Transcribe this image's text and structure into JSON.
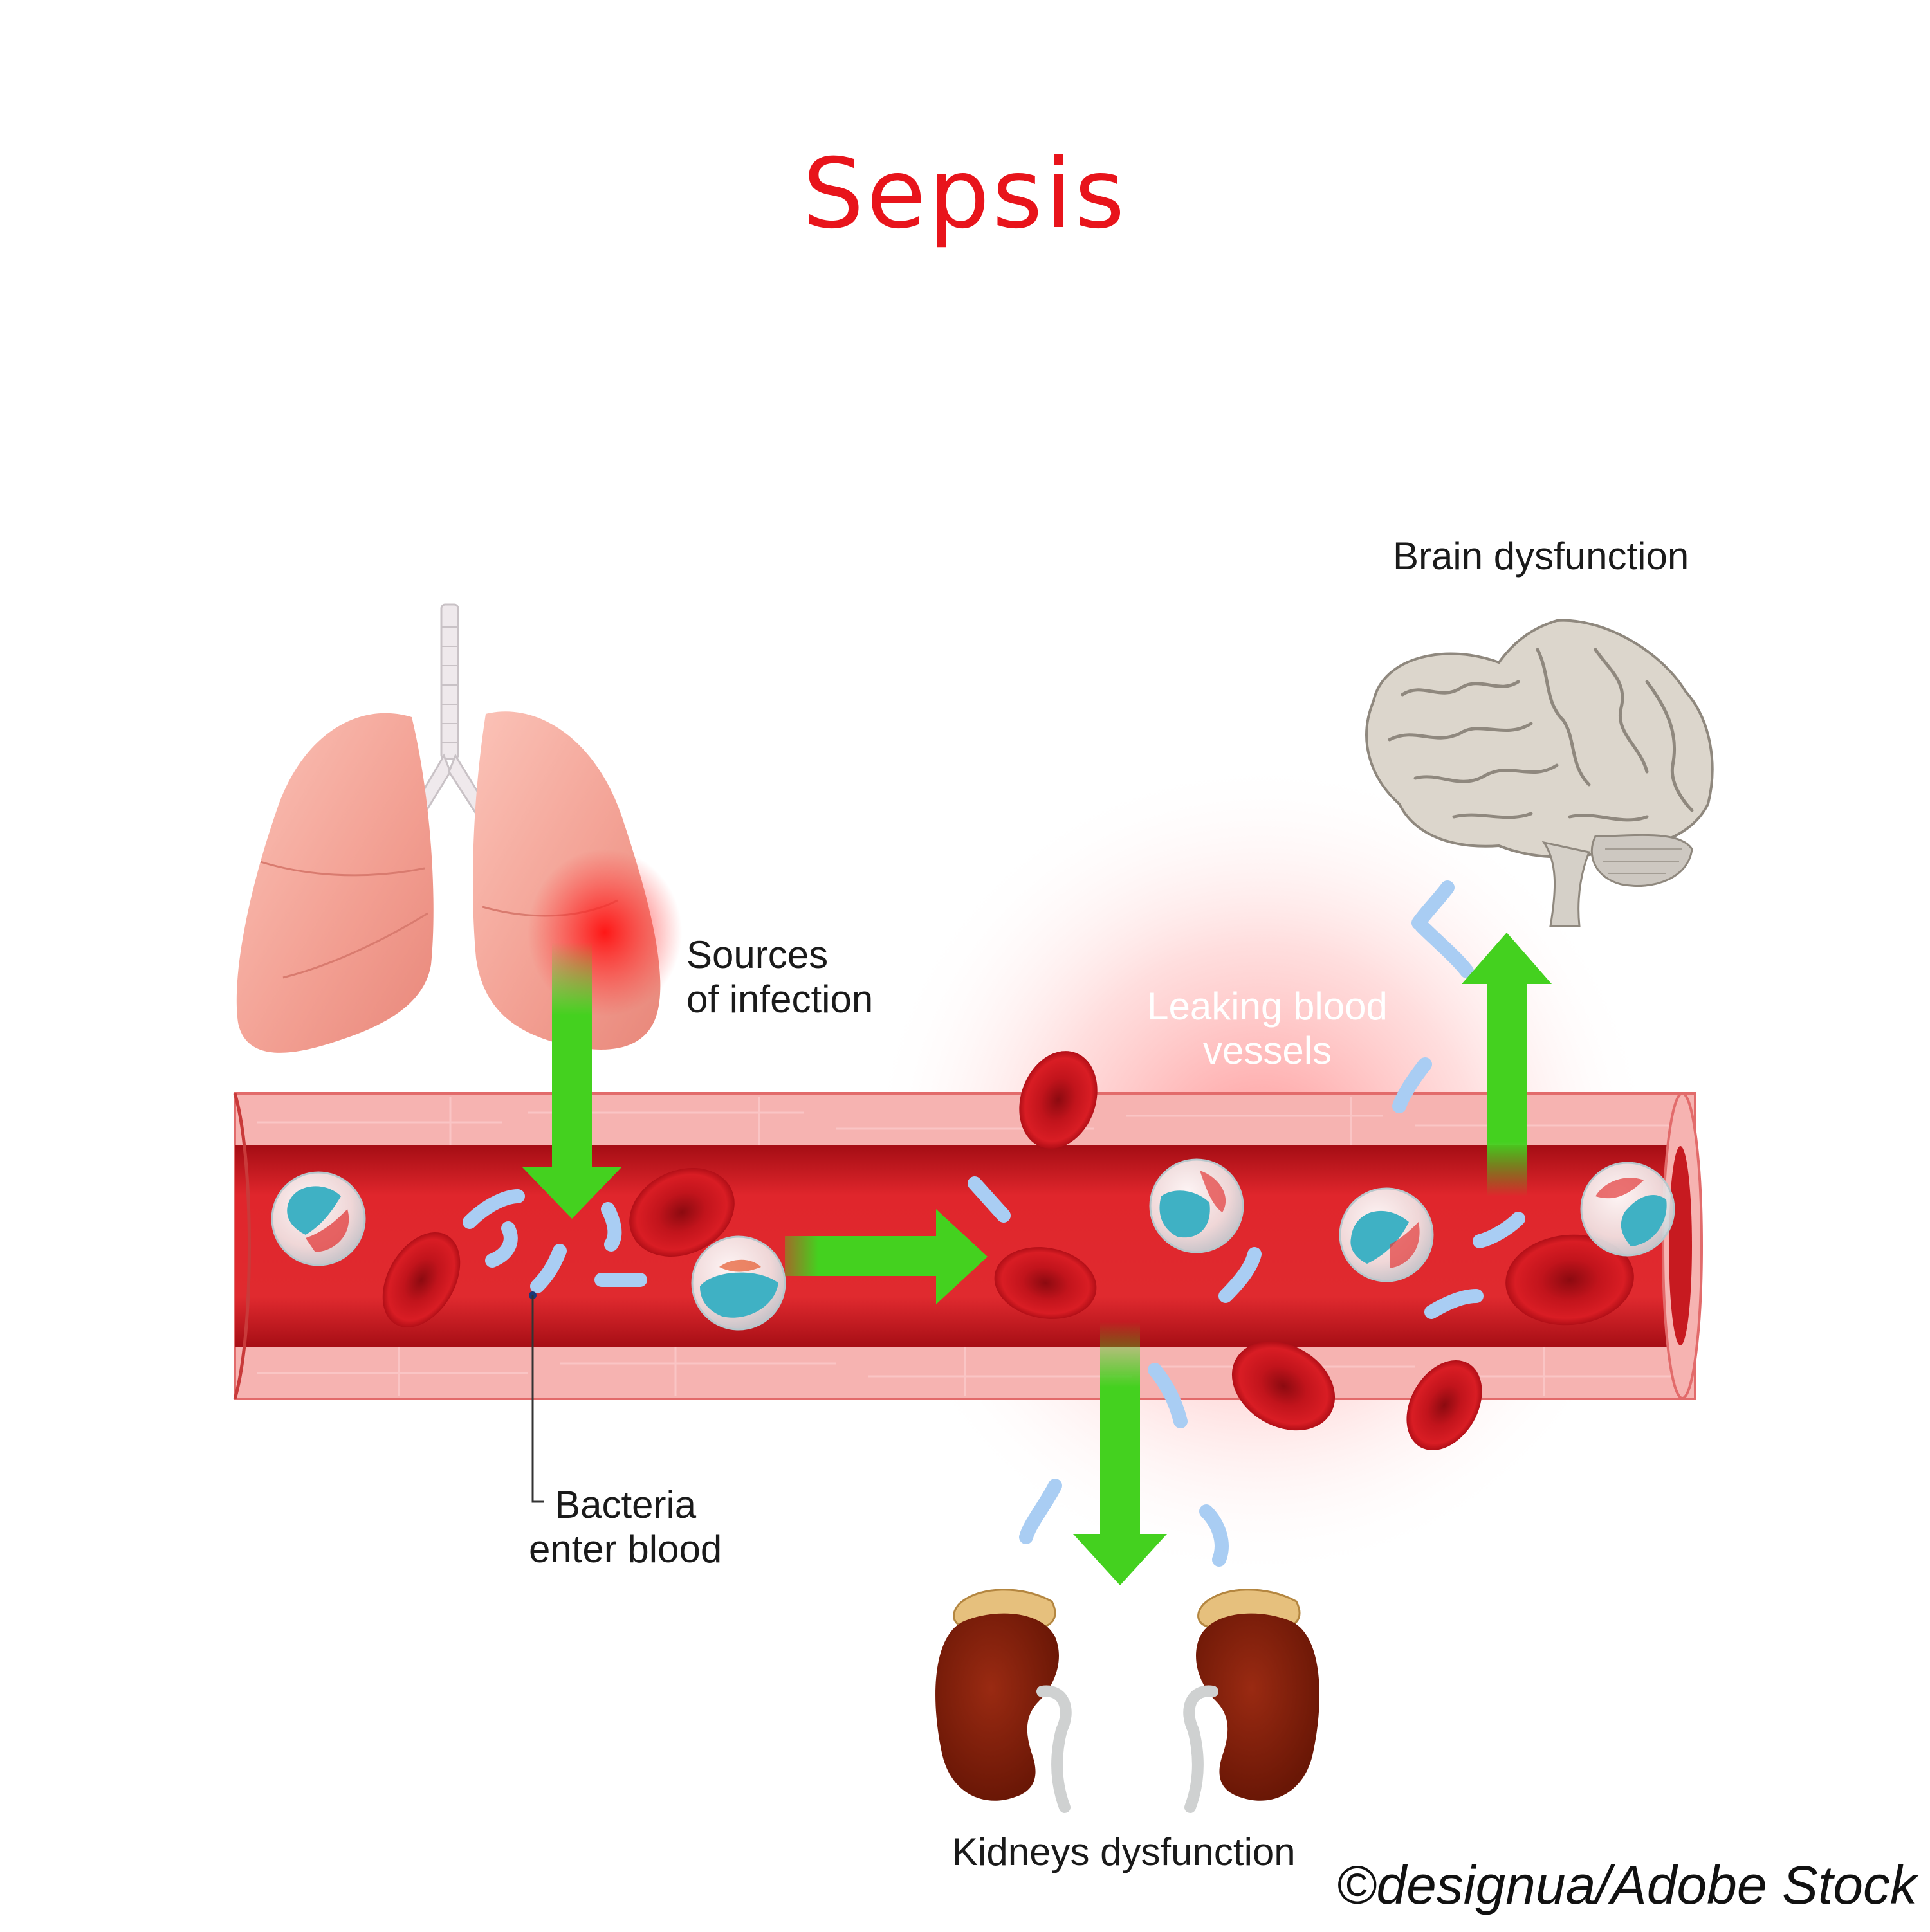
{
  "title": "Sepsis",
  "labels": {
    "sources": [
      "Sources",
      "of infection"
    ],
    "leaking": [
      "Leaking blood",
      "vessels"
    ],
    "brain": "Brain dysfunction",
    "bacteria": [
      "Bacteria",
      "enter blood"
    ],
    "kidneys": "Kidneys dysfunction"
  },
  "credit": "©designua/Adobe Stock",
  "icons": [
    "lungs-icon",
    "brain-icon",
    "kidneys-icon",
    "blood-vessel",
    "red-blood-cell",
    "white-blood-cell",
    "bacterium"
  ],
  "colors": {
    "title": "#e8141b",
    "arrow": "#44d11f",
    "vessel_wall": "#f7b4b4",
    "blood": "#d8171e",
    "red_cell": "#b9111a",
    "bacteria": "#a9cdf3",
    "white_cell": "#4bb7c9",
    "kidney": "#7b1d0a",
    "brain": "#d9d3c9",
    "lung": "#f3a59a"
  }
}
